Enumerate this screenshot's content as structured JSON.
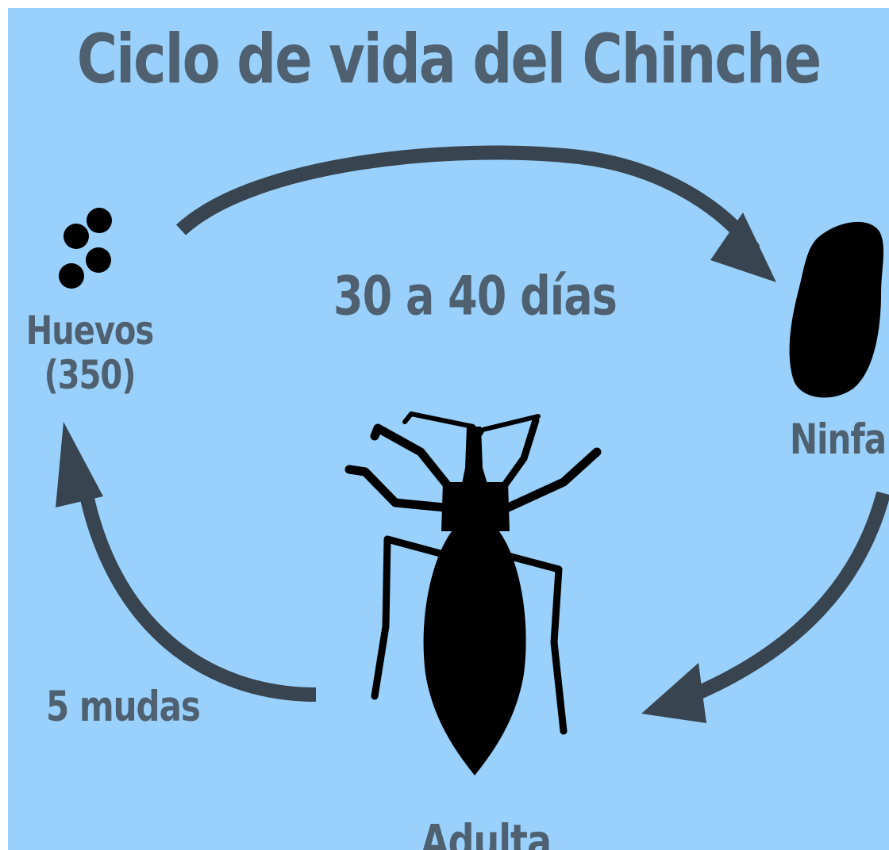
{
  "title": "Ciclo de vida del Chinche",
  "stages": {
    "eggs_line1": "Huevos",
    "eggs_line2": "(350)",
    "nymph": "Ninfa",
    "adult": "Adulta"
  },
  "transitions": {
    "eggs_to_nymph": "30 a 40 días",
    "adult_to_eggs": "5 mudas"
  },
  "colors": {
    "background": "#99d1fc",
    "text": "#4f6170",
    "arrow": "#38444f",
    "silhouette": "#000000"
  },
  "icons": {
    "eggs": "egg-cluster-icon",
    "nymph": "nymph-silhouette-icon",
    "adult": "adult-bug-silhouette-icon"
  }
}
